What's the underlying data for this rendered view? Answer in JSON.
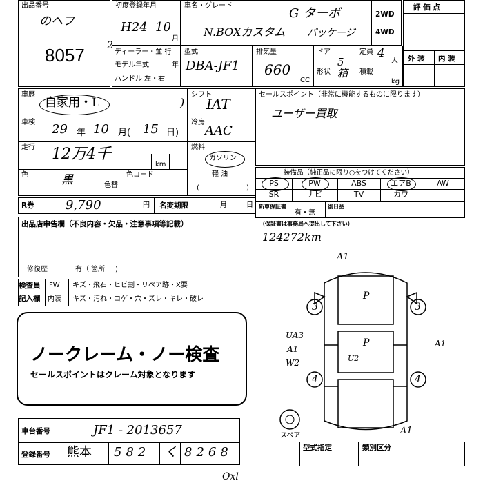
{
  "header": {
    "lot_no_label": "出品番号",
    "lot_no_hand": "のヘフ",
    "lot_number": "8057",
    "lot_number_note": "2",
    "first_reg_label": "初度登録年月",
    "first_reg_era": "H24",
    "first_reg_month": "10",
    "month_label": "月",
    "car_name_label": "車名・グレード",
    "car_name": "N.BOXカスタム",
    "grade": "G ターボ",
    "package": "パッケージ",
    "wd2": "2WD",
    "wd4": "4WD",
    "eval_label": "評 価 点",
    "ext_label": "外 装",
    "int_label": "内 装"
  },
  "specs": {
    "dealer_label": "ディーラー・並 行",
    "model_year_label": "モデル年式",
    "model_year_unit": "年",
    "handle_label": "ハンドル 左・右",
    "type_label": "型式",
    "type_value": "DBA-JF1",
    "displacement_label": "排気量",
    "displacement_value": "660",
    "cc": "CC",
    "door_label": "ドア",
    "door_value": "5",
    "capacity_label": "定員",
    "capacity_value": "4",
    "capacity_unit": "人",
    "shape_label": "形状",
    "shape_value": "箱",
    "load_label": "積載",
    "kg": "kg"
  },
  "history": {
    "label": "車歴",
    "value": "自家用・L",
    "shift_label": "シフト",
    "shift_value": "IAT",
    "aircon_label": "冷房",
    "aircon_value": "AAC",
    "fuel_label": "燃料",
    "fuel_value": "ガソリン",
    "diesel": "軽 油"
  },
  "inspection": {
    "label": "車検",
    "year_hand": "29",
    "year": "年",
    "month_hand": "10",
    "month": "月(",
    "day_hand": "15",
    "day": "日)"
  },
  "mileage": {
    "label": "走行",
    "value": "12万4千",
    "unit": "km"
  },
  "color": {
    "label": "色",
    "value": "黒",
    "change_label": "色替",
    "code_label": "色コード"
  },
  "recycle": {
    "label": "R券",
    "value": "9,790",
    "yen": "円",
    "name_change_label": "名変期限",
    "month": "月",
    "day": "日"
  },
  "sales_point": {
    "label": "セールスポイント（非常に機能するものに限ります）",
    "value": "ユーザー買取"
  },
  "equipment": {
    "label": "装備品（純正品に限り○をつけてください）",
    "items_row1": [
      "PS",
      "PW",
      "ABS",
      "エアB",
      "AW"
    ],
    "items_row2": [
      "SR",
      "ナビ",
      "TV",
      "カワ"
    ],
    "circled": [
      "PS",
      "PW",
      "エアB"
    ]
  },
  "warranty": {
    "label": "新車保証書",
    "value": "有・無",
    "after_label": "後日品"
  },
  "odometer_note": {
    "label": "（保証書は事務局へ提出して下さい）",
    "value": "124272km"
  },
  "store_report": {
    "label": "出品店申告欄（不良内容・欠品・注意事項等記載）",
    "repair_label": "修復歴",
    "repair_value": "有（ 箇所"
  },
  "inspector": {
    "label1": "検査員",
    "label2": "記入欄",
    "row1_head": "FW",
    "row1_body": "キズ・飛石・ヒビ割・リペア跡・X要",
    "row2_head": "内装",
    "row2_body": "キズ・汚れ・コゲ・穴・ズレ・キレ・破レ"
  },
  "noclaim": {
    "title": "ノークレーム・ノー検査",
    "subtitle": "セールスポイントはクレーム対象となります"
  },
  "chassis": {
    "chassis_label": "車台番号",
    "chassis_value": "JF1 - 2013657",
    "reg_label": "登録番号",
    "reg_region": "熊本",
    "reg_class": "582",
    "reg_kana": "く",
    "reg_number": "8268"
  },
  "bottom": {
    "type_spec_label": "型式指定",
    "class_label": "類別区分",
    "spare_label": "スペア",
    "stamp": "Oxl"
  },
  "diagram_marks": {
    "a1_top": "A1",
    "p_front": "P",
    "p_rear": "P",
    "three_left": "3",
    "three_right": "3",
    "four_left": "4",
    "four_right": "4",
    "ua3": "UA3",
    "a1_left": "A1",
    "w2_left": "W2",
    "u2": "U2",
    "a1_right": "A1",
    "a1_bottom": "A1"
  }
}
